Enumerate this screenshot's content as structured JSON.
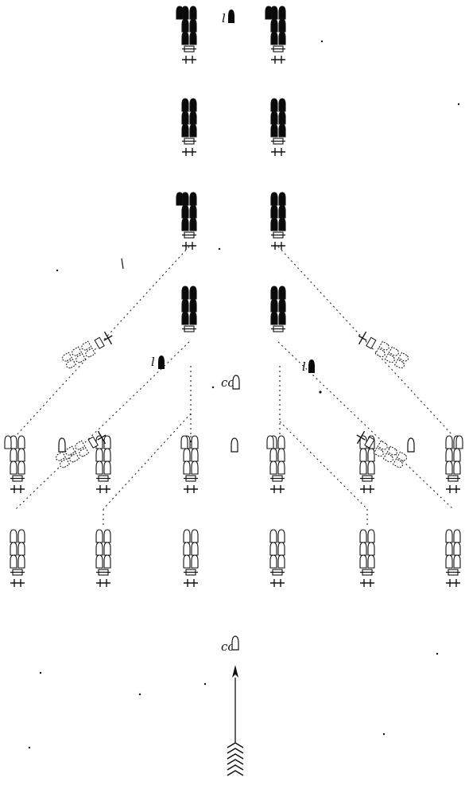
{
  "diagram": {
    "labels": {
      "top_center": "l",
      "mid_left": "l",
      "mid_center": "cc",
      "mid_right": "l",
      "bottom_center": "cc"
    },
    "colors": {
      "dark_troops": "#0a0a0a",
      "light_troops": "#ffffff",
      "stroke": "#111111",
      "dotted_route": "#222222"
    },
    "formations": {
      "dark_columns": 2,
      "dark_blocks_per_column": 4,
      "light_columns": 6,
      "light_blocks_per_column": 2
    }
  }
}
